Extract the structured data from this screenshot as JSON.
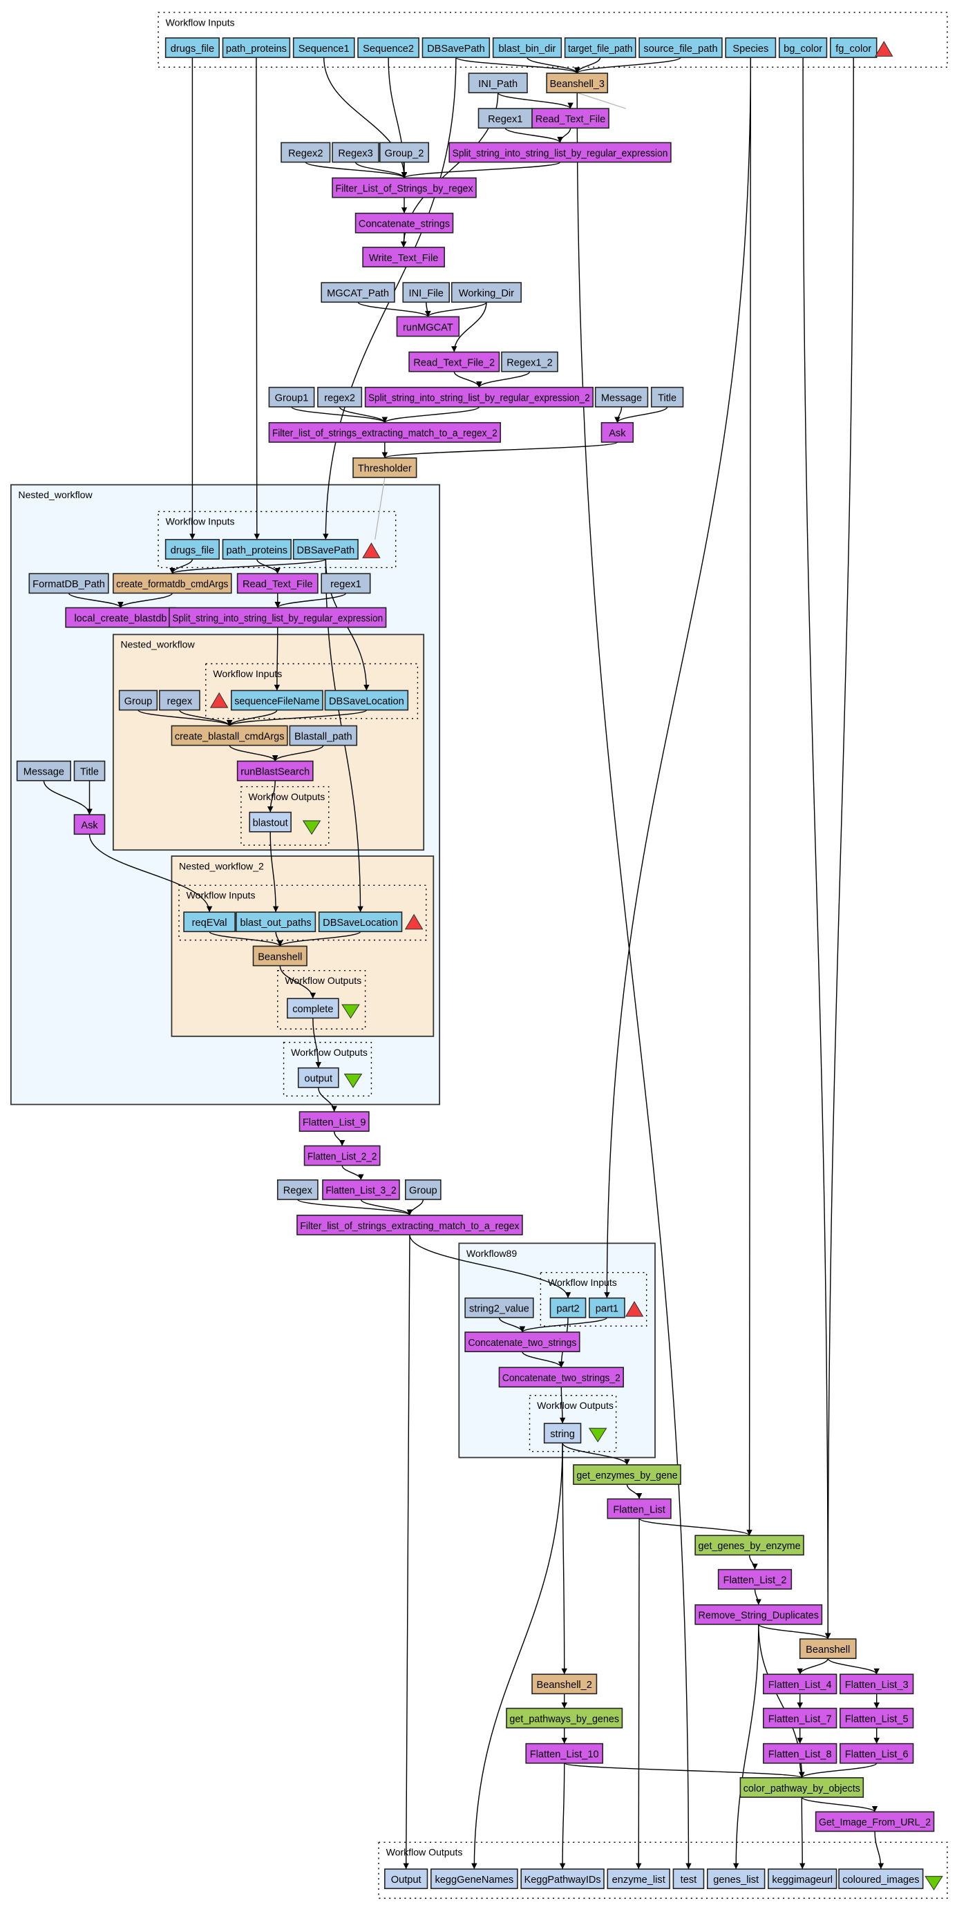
{
  "colors": {
    "input": "#87ceeb",
    "constant": "#b0c4de",
    "local": "#d05ce8",
    "beanshell": "#deb887",
    "service": "#a2cd5a",
    "output": "#bcd2ee",
    "nested_blue": "#eff7ff",
    "nested_tan": "#faebd7",
    "input_marker": "#f23c3c",
    "output_marker": "#66cc00"
  },
  "groups": {
    "top_inputs": "Workflow Inputs",
    "nested1": "Nested_workflow",
    "nested1_inputs": "Workflow Inputs",
    "nested1a": "Nested_workflow",
    "nested1a_inputs": "Workflow Inputs",
    "nested1a_outputs": "Workflow Outputs",
    "nested2": "Nested_workflow_2",
    "nested2_inputs": "Workflow Inputs",
    "nested2_outputs": "Workflow Outputs",
    "nested1_outputs": "Workflow Outputs",
    "wf89": "Workflow89",
    "wf89_inputs": "Workflow Inputs",
    "wf89_outputs": "Workflow Outputs",
    "top_outputs": "Workflow Outputs"
  },
  "nodes": {
    "drugs_file": {
      "label": "drugs_file",
      "kind": "input"
    },
    "path_proteins": {
      "label": "path_proteins",
      "kind": "input"
    },
    "Sequence1": {
      "label": "Sequence1",
      "kind": "input"
    },
    "Sequence2": {
      "label": "Sequence2",
      "kind": "input"
    },
    "DBSavePath": {
      "label": "DBSavePath",
      "kind": "input"
    },
    "blast_bin_dir": {
      "label": "blast_bin_dir",
      "kind": "input"
    },
    "target_file_path": {
      "label": "target_file_path",
      "kind": "input"
    },
    "source_file_path": {
      "label": "source_file_path",
      "kind": "input"
    },
    "Species": {
      "label": "Species",
      "kind": "input"
    },
    "bg_color": {
      "label": "bg_color",
      "kind": "input"
    },
    "fg_color": {
      "label": "fg_color",
      "kind": "input"
    },
    "INI_Path": {
      "label": "INI_Path",
      "kind": "constant"
    },
    "Beanshell_3": {
      "label": "Beanshell_3",
      "kind": "beanshell"
    },
    "Regex1": {
      "label": "Regex1",
      "kind": "constant"
    },
    "Read_Text_File": {
      "label": "Read_Text_File",
      "kind": "local"
    },
    "Regex2": {
      "label": "Regex2",
      "kind": "constant"
    },
    "Regex3": {
      "label": "Regex3",
      "kind": "constant"
    },
    "Group_2": {
      "label": "Group_2",
      "kind": "constant"
    },
    "Split1": {
      "label": "Split_string_into_string_list_by_regular_expression",
      "kind": "local"
    },
    "FilterStr": {
      "label": "Filter_List_of_Strings_by_regex",
      "kind": "local"
    },
    "Concat": {
      "label": "Concatenate_strings",
      "kind": "local"
    },
    "Write": {
      "label": "Write_Text_File",
      "kind": "local"
    },
    "MGCAT_Path": {
      "label": "MGCAT_Path",
      "kind": "constant"
    },
    "INI_File": {
      "label": "INI_File",
      "kind": "constant"
    },
    "Working_Dir": {
      "label": "Working_Dir",
      "kind": "constant"
    },
    "runMGCAT": {
      "label": "runMGCAT",
      "kind": "local"
    },
    "Read2": {
      "label": "Read_Text_File_2",
      "kind": "local"
    },
    "Regex1_2": {
      "label": "Regex1_2",
      "kind": "constant"
    },
    "Group1": {
      "label": "Group1",
      "kind": "constant"
    },
    "regex2": {
      "label": "regex2",
      "kind": "constant"
    },
    "Split2": {
      "label": "Split_string_into_string_list_by_regular_expression_2",
      "kind": "local"
    },
    "Message": {
      "label": "Message",
      "kind": "constant"
    },
    "Title": {
      "label": "Title",
      "kind": "constant"
    },
    "Filter2": {
      "label": "Filter_list_of_strings_extracting_match_to_a_regex_2",
      "kind": "local"
    },
    "Ask": {
      "label": "Ask",
      "kind": "local"
    },
    "Thresholder": {
      "label": "Thresholder",
      "kind": "beanshell"
    },
    "n_drugs": {
      "label": "drugs_file",
      "kind": "input"
    },
    "n_path": {
      "label": "path_proteins",
      "kind": "input"
    },
    "n_db": {
      "label": "DBSavePath",
      "kind": "input"
    },
    "FormatDB_Path": {
      "label": "FormatDB_Path",
      "kind": "constant"
    },
    "create_formatdb": {
      "label": "create_formatdb_cmdArgs",
      "kind": "beanshell"
    },
    "n_read": {
      "label": "Read_Text_File",
      "kind": "local"
    },
    "n_regex1": {
      "label": "regex1",
      "kind": "constant"
    },
    "local_blastdb": {
      "label": "local_create_blastdb",
      "kind": "local"
    },
    "n_split": {
      "label": "Split_string_into_string_list_by_regular_expression",
      "kind": "local"
    },
    "Group": {
      "label": "Group",
      "kind": "constant"
    },
    "regex": {
      "label": "regex",
      "kind": "constant"
    },
    "seqFile": {
      "label": "sequenceFileName",
      "kind": "input"
    },
    "dbLoc1": {
      "label": "DBSaveLocation",
      "kind": "input"
    },
    "create_blastall": {
      "label": "create_blastall_cmdArgs",
      "kind": "beanshell"
    },
    "Blastall_path": {
      "label": "Blastall_path",
      "kind": "constant"
    },
    "runBlast": {
      "label": "runBlastSearch",
      "kind": "local"
    },
    "blastout": {
      "label": "blastout",
      "kind": "output"
    },
    "n_Message": {
      "label": "Message",
      "kind": "constant"
    },
    "n_Title": {
      "label": "Title",
      "kind": "constant"
    },
    "n_Ask": {
      "label": "Ask",
      "kind": "local"
    },
    "reqEVal": {
      "label": "reqEVal",
      "kind": "input"
    },
    "blast_out_paths": {
      "label": "blast_out_paths",
      "kind": "input"
    },
    "dbLoc2": {
      "label": "DBSaveLocation",
      "kind": "input"
    },
    "n_Beanshell": {
      "label": "Beanshell",
      "kind": "beanshell"
    },
    "complete": {
      "label": "complete",
      "kind": "output"
    },
    "n_output": {
      "label": "output",
      "kind": "output"
    },
    "FL9": {
      "label": "Flatten_List_9",
      "kind": "local"
    },
    "FL2_2": {
      "label": "Flatten_List_2_2",
      "kind": "local"
    },
    "Regex": {
      "label": "Regex",
      "kind": "constant"
    },
    "FL3_2": {
      "label": "Flatten_List_3_2",
      "kind": "local"
    },
    "Group_b": {
      "label": "Group",
      "kind": "constant"
    },
    "FilterExt": {
      "label": "Filter_list_of_strings_extracting_match_to_a_regex",
      "kind": "local"
    },
    "string2_value": {
      "label": "string2_value",
      "kind": "constant"
    },
    "part2": {
      "label": "part2",
      "kind": "input"
    },
    "part1": {
      "label": "part1",
      "kind": "input"
    },
    "ConcatTwo": {
      "label": "Concatenate_two_strings",
      "kind": "local"
    },
    "ConcatTwo2": {
      "label": "Concatenate_two_strings_2",
      "kind": "local"
    },
    "string": {
      "label": "string",
      "kind": "output"
    },
    "get_enzymes": {
      "label": "get_enzymes_by_gene",
      "kind": "service"
    },
    "FL": {
      "label": "Flatten_List",
      "kind": "local"
    },
    "get_genes": {
      "label": "get_genes_by_enzyme",
      "kind": "service"
    },
    "FL2": {
      "label": "Flatten_List_2",
      "kind": "local"
    },
    "RemoveDup": {
      "label": "Remove_String_Duplicates",
      "kind": "local"
    },
    "Beanshell": {
      "label": "Beanshell",
      "kind": "beanshell"
    },
    "Beanshell_2": {
      "label": "Beanshell_2",
      "kind": "beanshell"
    },
    "FL4": {
      "label": "Flatten_List_4",
      "kind": "local"
    },
    "FL3": {
      "label": "Flatten_List_3",
      "kind": "local"
    },
    "get_pathways": {
      "label": "get_pathways_by_genes",
      "kind": "service"
    },
    "FL7": {
      "label": "Flatten_List_7",
      "kind": "local"
    },
    "FL5": {
      "label": "Flatten_List_5",
      "kind": "local"
    },
    "FL10": {
      "label": "Flatten_List_10",
      "kind": "local"
    },
    "FL8": {
      "label": "Flatten_List_8",
      "kind": "local"
    },
    "FL6": {
      "label": "Flatten_List_6",
      "kind": "local"
    },
    "color_pathway": {
      "label": "color_pathway_by_objects",
      "kind": "service"
    },
    "GetImage": {
      "label": "Get_Image_From_URL_2",
      "kind": "local"
    },
    "o_Output": {
      "label": "Output",
      "kind": "output"
    },
    "o_kegg": {
      "label": "keggGeneNames",
      "kind": "output"
    },
    "o_path": {
      "label": "KeggPathwayIDs",
      "kind": "output"
    },
    "o_enz": {
      "label": "enzyme_list",
      "kind": "output"
    },
    "o_test": {
      "label": "test",
      "kind": "output"
    },
    "o_genes": {
      "label": "genes_list",
      "kind": "output"
    },
    "o_img": {
      "label": "keggimageurl",
      "kind": "output"
    },
    "o_col": {
      "label": "coloured_images",
      "kind": "output"
    }
  }
}
